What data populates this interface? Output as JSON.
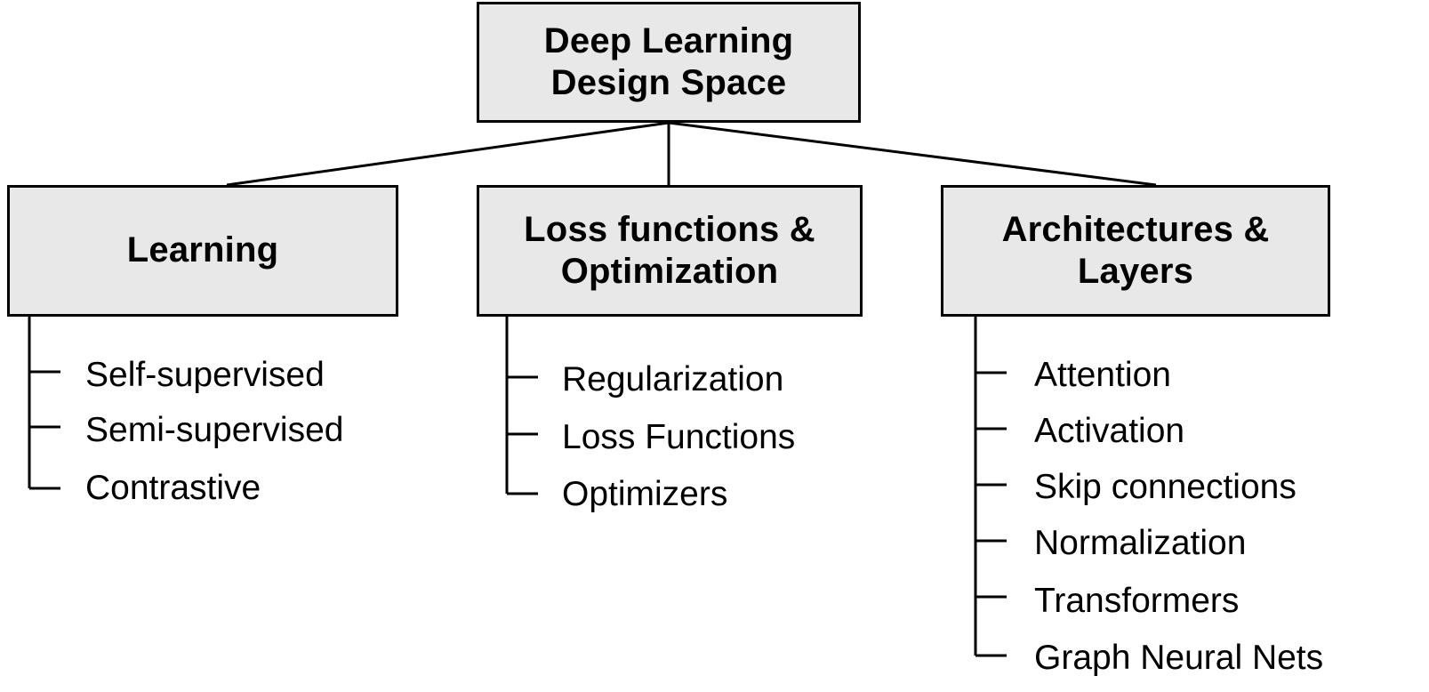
{
  "diagram": {
    "title": "Deep Learning Design Space",
    "root": {
      "label_lines": [
        "Deep Learning",
        "Design Space"
      ]
    },
    "branches": [
      {
        "label_lines": [
          "Learning"
        ],
        "leaves": [
          "Self-supervised",
          "Semi-supervised",
          "Contrastive"
        ]
      },
      {
        "label_lines": [
          "Loss functions &",
          "Optimization"
        ],
        "leaves": [
          "Regularization",
          "Loss Functions",
          "Optimizers"
        ]
      },
      {
        "label_lines": [
          "Architectures &",
          "Layers"
        ],
        "leaves": [
          "Attention",
          "Activation",
          "Skip connections",
          "Normalization",
          "Transformers",
          "Graph Neural Nets"
        ]
      }
    ],
    "colors": {
      "box_fill": "#e8e8e8",
      "box_border": "#000000",
      "text": "#000000",
      "connector": "#000000",
      "background": "#ffffff"
    }
  }
}
